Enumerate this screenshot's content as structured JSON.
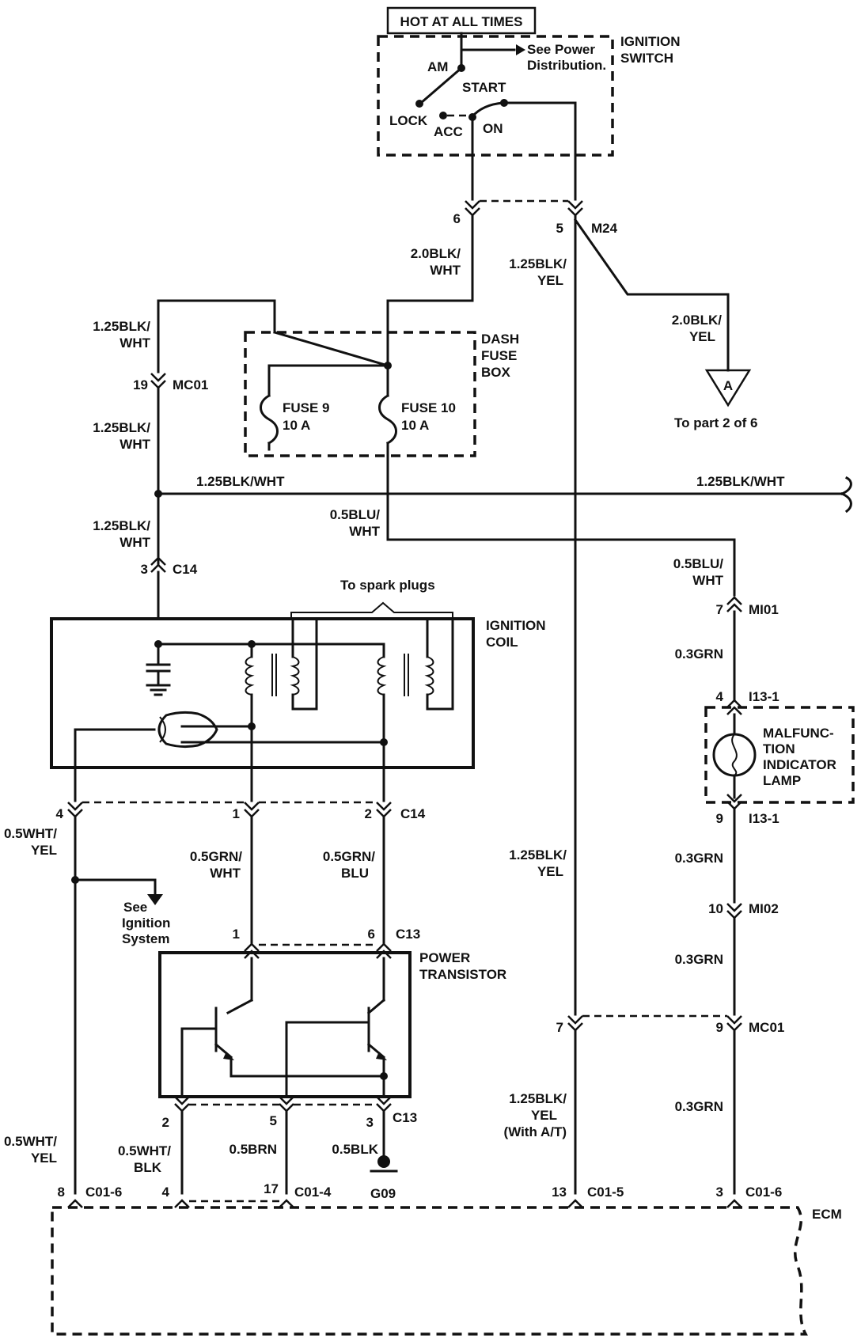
{
  "labels": {
    "hot_at_all_times": "HOT AT ALL TIMES",
    "ignition_switch": [
      "IGNITION",
      "SWITCH"
    ],
    "see_power_distribution": [
      "See Power",
      "Distribution."
    ],
    "am": "AM",
    "start": "START",
    "lock": "LOCK",
    "acc": "ACC",
    "on": "ON",
    "m24": "M24",
    "dash_fuse_box": [
      "DASH",
      "FUSE",
      "BOX"
    ],
    "fuse9": [
      "FUSE 9",
      "10 A"
    ],
    "fuse10": [
      "FUSE 10",
      "10 A"
    ],
    "to_part": "To  part 2 of 6",
    "offpage_a": "A",
    "mc01": "MC01",
    "c14": "C14",
    "to_spark_plugs": "To spark plugs",
    "ignition_coil": [
      "IGNITION",
      "COIL"
    ],
    "mi01": "MI01",
    "i13_1": "I13-1",
    "mil": [
      "MALFUNC-",
      "TION",
      "INDICATOR",
      "LAMP"
    ],
    "mi02": "MI02",
    "see_ignition_system": [
      "See",
      "Ignition",
      "System"
    ],
    "c13": "C13",
    "power_transistor": [
      "POWER",
      "TRANSISTOR"
    ],
    "g09": "G09",
    "c01_6": "C01-6",
    "c01_4": "C01-4",
    "c01_5": "C01-5",
    "ecm": "ECM"
  },
  "wires": {
    "w_20blkwht": [
      "2.0BLK/",
      "WHT"
    ],
    "w_125blkyel_top": [
      "1.25BLK/",
      "YEL"
    ],
    "w_20blkyel": [
      "2.0BLK/",
      "YEL"
    ],
    "w_125blkwht_a": [
      "1.25BLK/",
      "WHT"
    ],
    "w_125blkwht_b": [
      "1.25BLK/",
      "WHT"
    ],
    "w_125blkwht_h1": "1.25BLK/WHT",
    "w_125blkwht_h2": "1.25BLK/WHT",
    "w_125blkwht_c": [
      "1.25BLK/",
      "WHT"
    ],
    "w_05bluwht_a": [
      "0.5BLU/",
      "WHT"
    ],
    "w_05bluwht_b": [
      "0.5BLU/",
      "WHT"
    ],
    "w_03grn_a": "0.3GRN",
    "w_03grn_b": "0.3GRN",
    "w_03grn_c": "0.3GRN",
    "w_03grn_d": "0.3GRN",
    "w_05whtyel_a": [
      "0.5WHT/",
      "YEL"
    ],
    "w_05grnwht": [
      "0.5GRN/",
      "WHT"
    ],
    "w_05grnblu": [
      "0.5GRN/",
      "BLU"
    ],
    "w_125blkyel_mid": [
      "1.25BLK/",
      "YEL"
    ],
    "w_125blkyel_at": [
      "1.25BLK/",
      "YEL",
      "(With A/T)"
    ],
    "w_05whtyel_b": [
      "0.5WHT/",
      "YEL"
    ],
    "w_05whtblk": [
      "0.5WHT/",
      "BLK"
    ],
    "w_05brn": "0.5BRN",
    "w_05blk": "0.5BLK"
  },
  "pins": {
    "p6": "6",
    "p5": "5",
    "p19": "19",
    "p3_c14": "3",
    "p7_mi01": "7",
    "p4_i13": "4",
    "p9_i13": "9",
    "p4_c14": "4",
    "p1_c14": "1",
    "p2_c14": "2",
    "p10_mi02": "10",
    "p1_c13": "1",
    "p6_c13": "6",
    "p7_mc01": "7",
    "p9_mc01": "9",
    "p2_c13": "2",
    "p5_c13": "5",
    "p3_c13": "3",
    "p8_ecm": "8",
    "p4_ecm": "4",
    "p17_ecm": "17",
    "p13_ecm": "13",
    "p3_ecm": "3"
  }
}
